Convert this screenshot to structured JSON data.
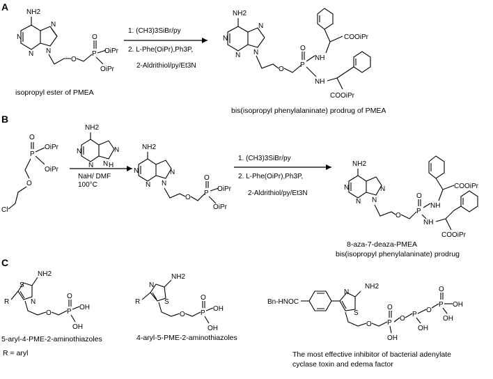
{
  "panels": {
    "a": "A",
    "b": "B",
    "c": "C"
  },
  "panel_a": {
    "reactant_caption": "isopropyl ester of PMEA",
    "conditions": [
      "1. (CH3)3SiBr/py",
      "2. L-Phe(OiPr),Ph3P,",
      "2-Aldrithiol/py/Et3N"
    ],
    "product_caption": "bis(isopropyl phenylalaninate) prodrug of PMEA"
  },
  "panel_b": {
    "step1_conditions": [
      "NaH/ DMF",
      "100°C"
    ],
    "step2_conditions": [
      "1. (CH3)3SiBr/py",
      "2. L-Phe(OiPr),Ph3P,",
      "2-Aldrithiol/py/Et3N"
    ],
    "product_caption": [
      "8-aza-7-deaza-PMEA",
      "bis(isopropyl phenylalaninate) prodrug"
    ]
  },
  "panel_c": {
    "caption_1": "5-aryl-4-PME-2-aminothiazoles",
    "r_def": "R = aryl",
    "caption_2": "4-aryl-5-PME-2-aminothiazoles",
    "caption_3": [
      "The most effective inhibitor of bacterial adenylate",
      "cyclase toxin and edema factor"
    ]
  },
  "atoms": {
    "nh2": "NH2",
    "n": "N",
    "nh": "NH",
    "o": "O",
    "p": "P",
    "s": "S",
    "h": "H",
    "oipr": "OiPr",
    "coo_ipr": "COOiPr",
    "cl": "Cl",
    "r": "R",
    "oh": "OH",
    "bn_hnoc": "Bn-HNOC"
  }
}
